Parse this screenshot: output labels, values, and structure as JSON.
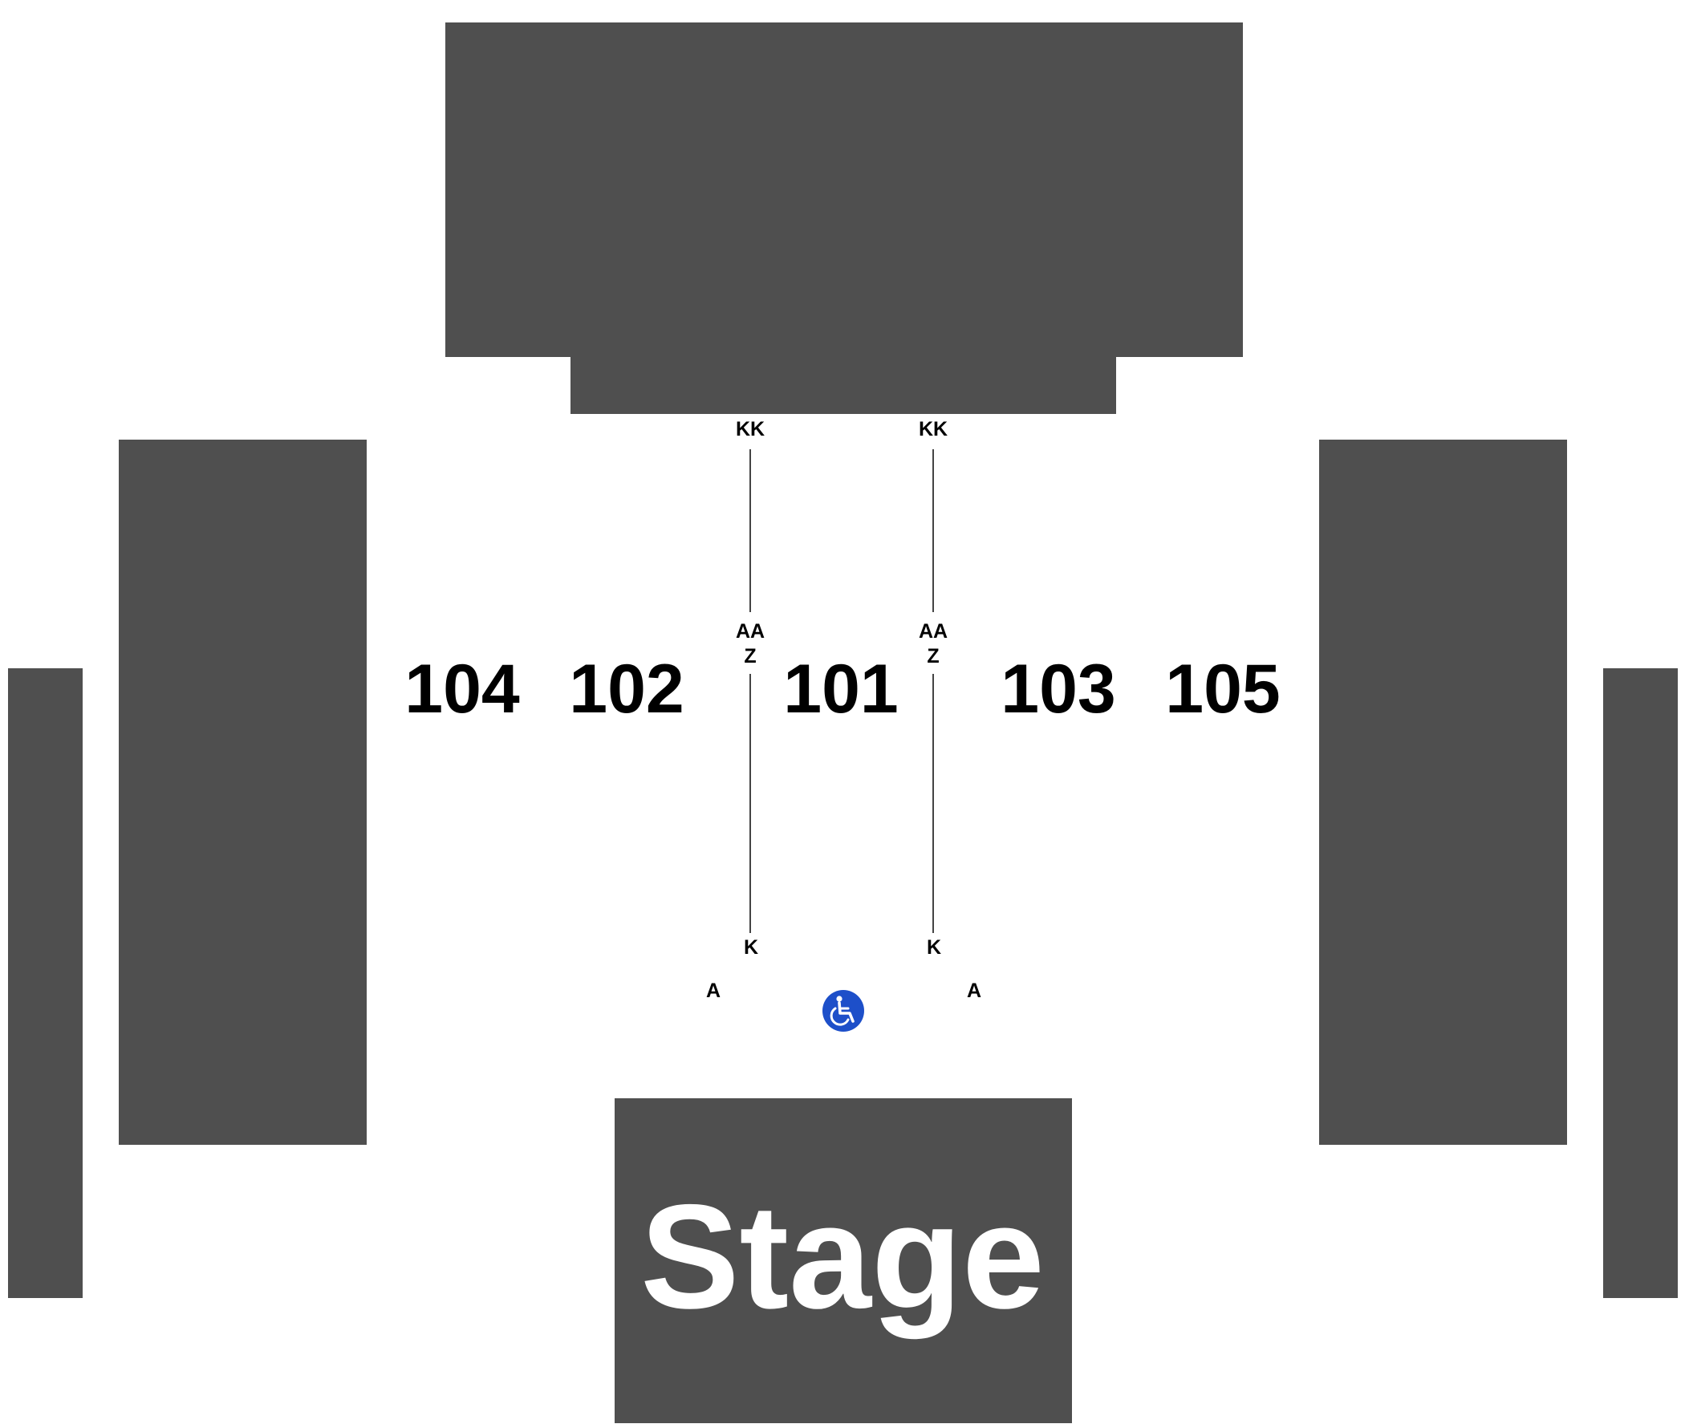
{
  "colors": {
    "block": "#4f4f4f",
    "background": "#ffffff",
    "accessible": "#1d4fc9",
    "section_text": "#000000",
    "stage_text": "#ffffff"
  },
  "sections": {
    "s104": "104",
    "s102": "102",
    "s101": "101",
    "s103": "103",
    "s105": "105"
  },
  "rows": {
    "left_aisle": {
      "top": "KK",
      "mid_upper": "AA",
      "mid_lower": "Z",
      "bottom": "K",
      "front": "A"
    },
    "right_aisle": {
      "top": "KK",
      "mid_upper": "AA",
      "mid_lower": "Z",
      "bottom": "K",
      "front": "A"
    }
  },
  "stage": {
    "label": "Stage"
  },
  "icons": {
    "accessible": "wheelchair-icon"
  }
}
